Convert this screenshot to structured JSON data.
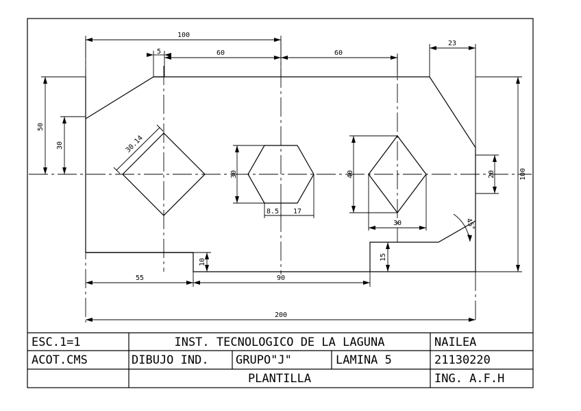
{
  "drawing": {
    "dimensions": {
      "d100_top": "100",
      "d5": "5",
      "d60_left": "60",
      "d60_right": "60",
      "d23": "23",
      "d50": "50",
      "d30_left": "30",
      "d30_14": "30.14",
      "d30_hex": "30",
      "d40": "40",
      "d20": "20",
      "d100_right": "100",
      "d8_5": "8.5",
      "d17": "17",
      "d30_rhombus": "30",
      "d45": "45°",
      "d10": "10",
      "d15": "15",
      "d55": "55",
      "d90": "90",
      "d200": "200"
    }
  },
  "title_block": {
    "scale": "ESC.1=1",
    "units": "ACOT.CMS",
    "institute": "INST. TECNOLOGICO DE LA LAGUNA",
    "course": "DIBUJO IND.",
    "group": "GRUPO\"J\"",
    "sheet": "LAMINA 5",
    "title": "PLANTILLA",
    "student_name": "NAILEA",
    "student_id": "21130220",
    "instructor": "ING. A.F.H"
  }
}
